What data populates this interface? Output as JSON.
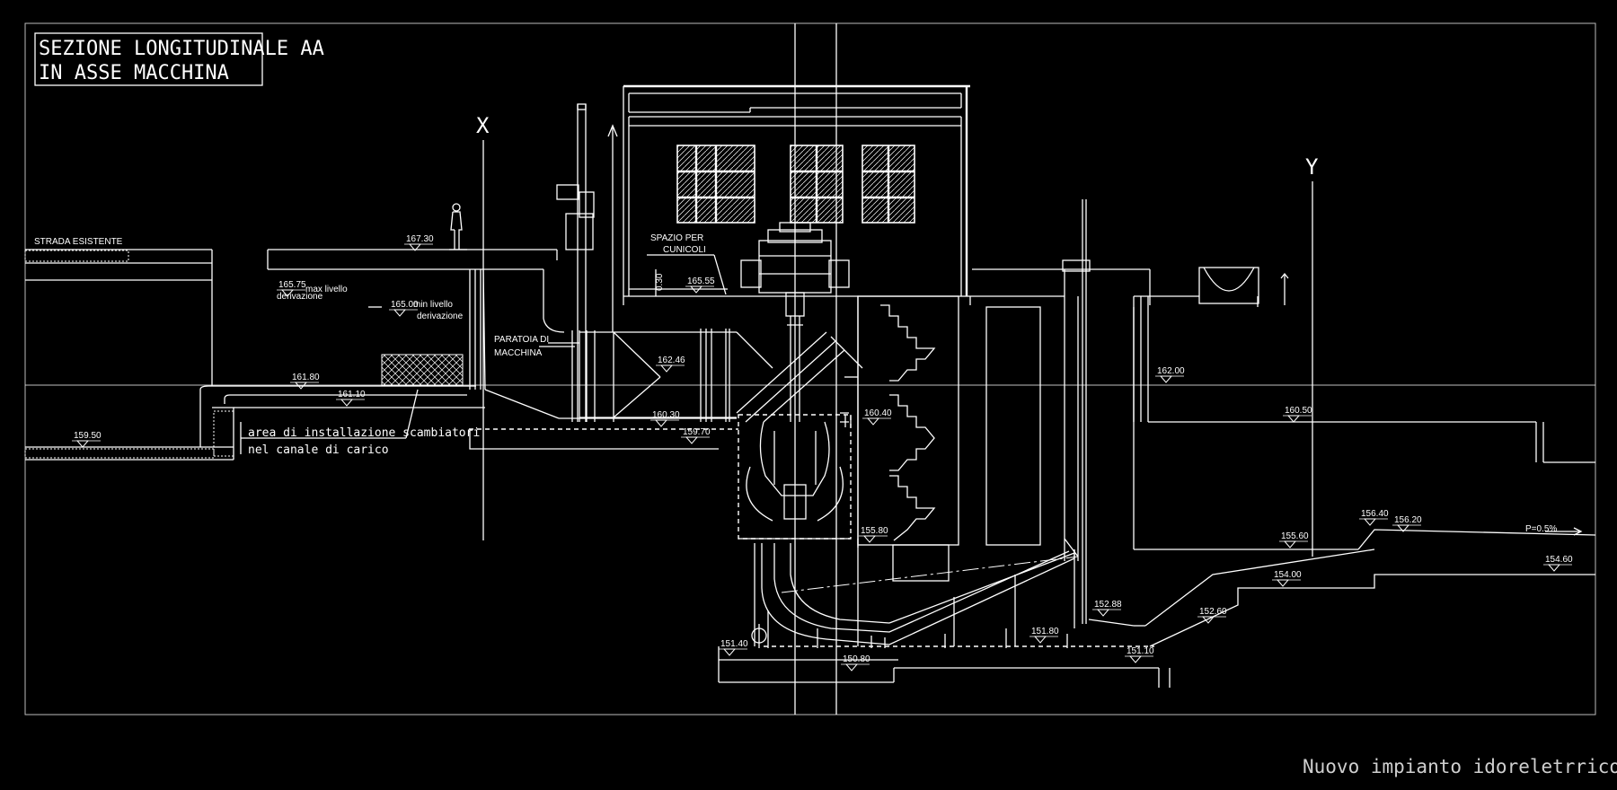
{
  "title": {
    "line1": "SEZIONE LONGITUDINALE AA",
    "line2": "IN ASSE MACCHINA"
  },
  "caption": "Nuovo impianto idoreletrrico",
  "axes": {
    "x": "X",
    "y": "Y"
  },
  "labels": {
    "strada": "STRADA ESISTENTE",
    "max_livello_1": "max livello",
    "max_livello_2": "derivazione",
    "min_livello_1": "min livello",
    "min_livello_2": "derivazione",
    "paratoia_1": "PARATOIA DI",
    "paratoia_2": "MACCHINA",
    "spazio_1": "SPAZIO PER",
    "spazio_2": "CUNICOLI",
    "dim_030": "0.30",
    "area_1": "area di installazione scambiatori",
    "area_2": "nel canale di carico",
    "slope": "P=0.5%"
  },
  "elevations": {
    "e167_30": "167.30",
    "e165_75": "165.75",
    "e165_00": "165.00",
    "e165_55": "165.55",
    "e162_46": "162.46",
    "e161_80": "161.80",
    "e161_10": "161.10",
    "e160_30": "160.30",
    "e159_70": "159.70",
    "e160_40": "160.40",
    "e159_50": "159.50",
    "e162_00": "162.00",
    "e160_50": "160.50",
    "e155_80": "155.80",
    "e155_60": "155.60",
    "e156_40": "156.40",
    "e156_20": "156.20",
    "e154_60": "154.60",
    "e154_00": "154.00",
    "e152_88": "152.88",
    "e152_60": "152.60",
    "e151_80": "151.80",
    "e151_40": "151.40",
    "e151_10": "151.10",
    "e150_80": "150.80"
  }
}
